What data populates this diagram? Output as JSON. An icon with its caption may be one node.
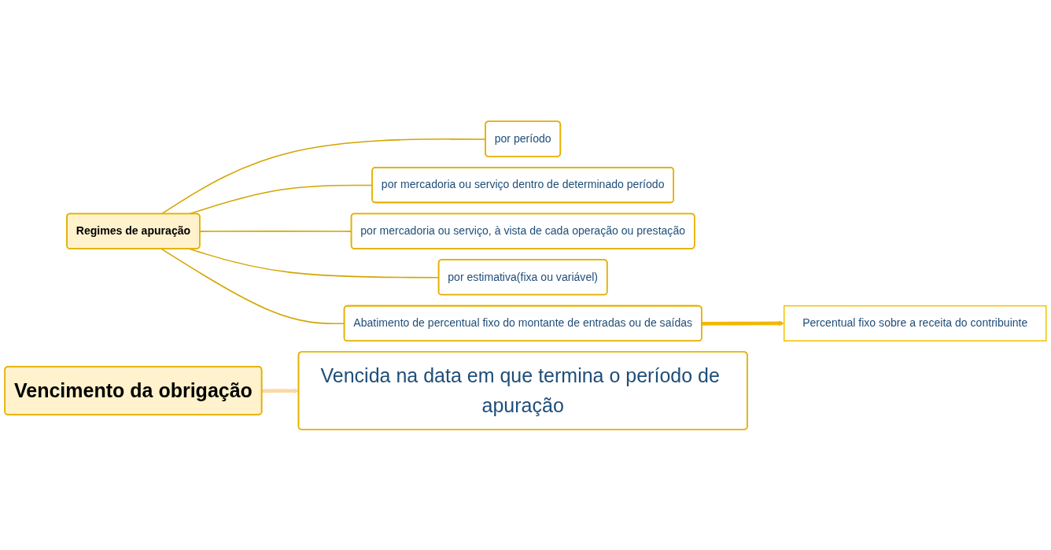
{
  "diagram": {
    "nodes": [
      {
        "text": [
          "Regimes de apuração"
        ]
      },
      {
        "text": [
          "por período"
        ]
      },
      {
        "text": [
          "por mercadoria ou serviço dentro de determinado período"
        ]
      },
      {
        "text": [
          "por mercadoria ou serviço, à vista de cada operação ou prestação"
        ]
      },
      {
        "text": [
          "por estimativa(fixa ou variável)"
        ]
      },
      {
        "text": [
          "Abatimento de percentual fixo do montante de entradas ou de saídas"
        ]
      },
      {
        "text": [
          "Percentual fixo sobre a receita do contribuinte"
        ]
      },
      {
        "text": [
          "Vencimento da obrigação"
        ]
      },
      {
        "text": [
          "Vencida na data em que termina o período de apuração"
        ]
      }
    ],
    "edges": [
      {
        "from": 0,
        "to": 1,
        "arrow": "none"
      },
      {
        "from": 0,
        "to": 2,
        "arrow": "none"
      },
      {
        "from": 0,
        "to": 3,
        "arrow": "none"
      },
      {
        "from": 0,
        "to": 4,
        "arrow": "none"
      },
      {
        "from": 0,
        "to": 5,
        "arrow": "none"
      },
      {
        "from": 5,
        "to": 6,
        "arrow": "to",
        "style": "thick",
        "color": "#f2b705"
      },
      {
        "from": 7,
        "to": 8,
        "arrow": "to",
        "style": "thick",
        "color": "#fbd8a5"
      }
    ]
  }
}
